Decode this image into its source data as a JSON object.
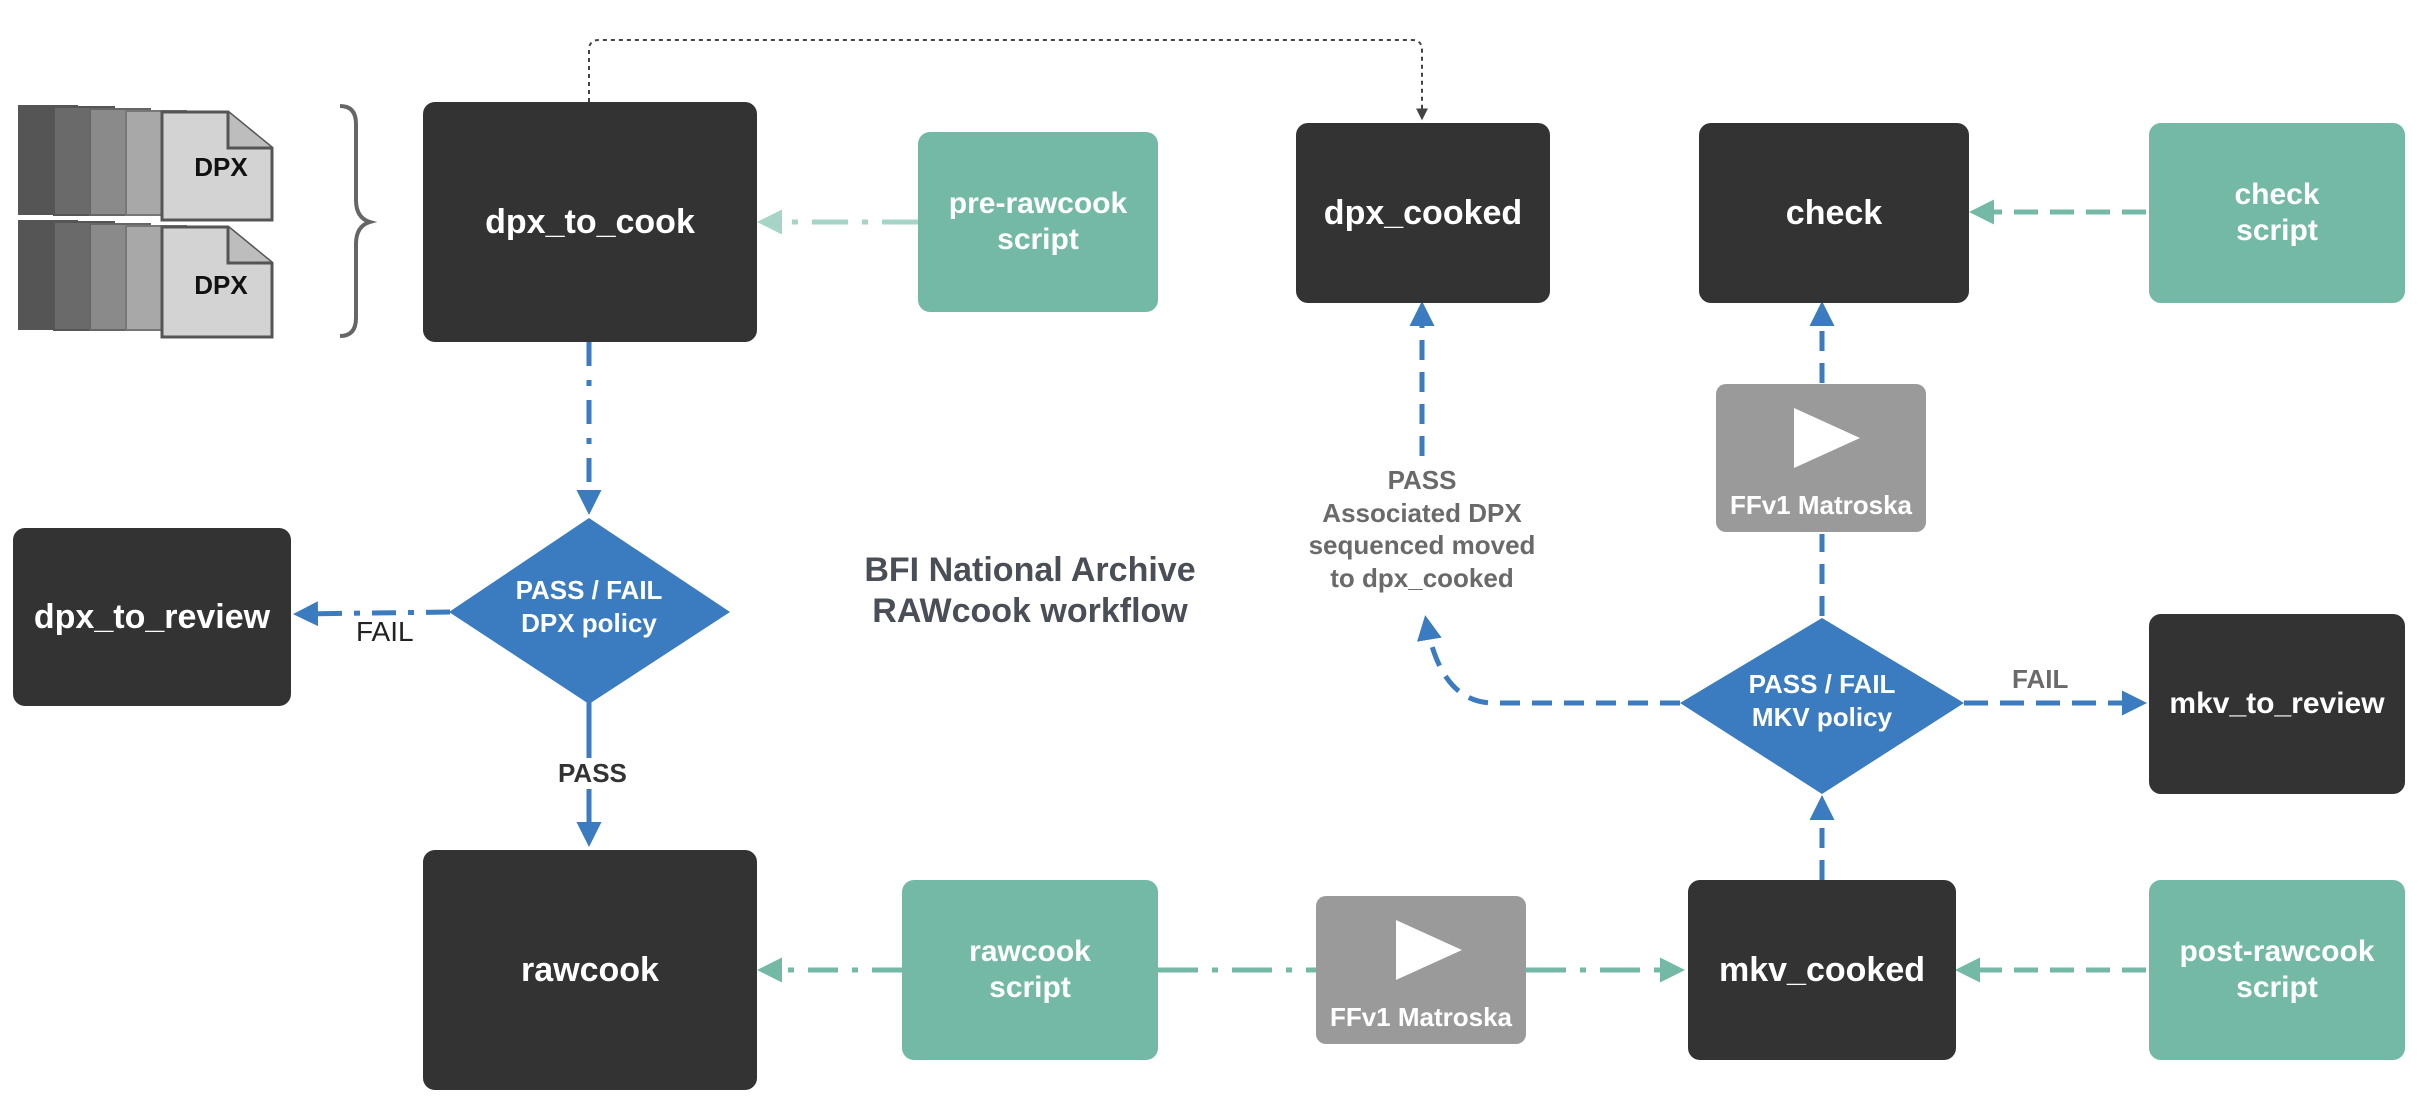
{
  "title": {
    "line1": "BFI National Archive",
    "line2": "RAWcook workflow"
  },
  "stages": {
    "dpx_to_cook": "dpx_to_cook",
    "dpx_cooked": "dpx_cooked",
    "check": "check",
    "dpx_to_review": "dpx_to_review",
    "rawcook": "rawcook",
    "mkv_cooked": "mkv_cooked",
    "mkv_to_review": "mkv_to_review"
  },
  "scripts": {
    "pre_rawcook": {
      "line1": "pre-rawcook",
      "line2": "script"
    },
    "check": {
      "line1": "check",
      "line2": "script"
    },
    "rawcook": {
      "line1": "rawcook",
      "line2": "script"
    },
    "post_rawcook": {
      "line1": "post-rawcook",
      "line2": "script"
    }
  },
  "decisions": {
    "dpx_policy": {
      "line1": "PASS / FAIL",
      "line2": "DPX policy"
    },
    "mkv_policy": {
      "line1": "PASS / FAIL",
      "line2": "MKV policy"
    }
  },
  "edge_labels": {
    "dpx_fail": "FAIL",
    "dpx_pass": "PASS",
    "mkv_fail": "FAIL",
    "mkv_pass": {
      "line1": "PASS",
      "line2": "Associated DPX",
      "line3": "sequenced moved",
      "line4": "to dpx_cooked"
    }
  },
  "media": {
    "ffv1_label": "FFv1 Matroska",
    "dpx_label": "DPX"
  },
  "colors": {
    "dark_box": "#333333",
    "script_teal": "#74b9a6",
    "policy_blue": "#3b7bbf",
    "media_grey": "#9a9a9a",
    "title_text": "#4a4f57"
  },
  "icons": {
    "play": "play-icon",
    "dpx_stack": "dpx-file-stack-icon"
  }
}
